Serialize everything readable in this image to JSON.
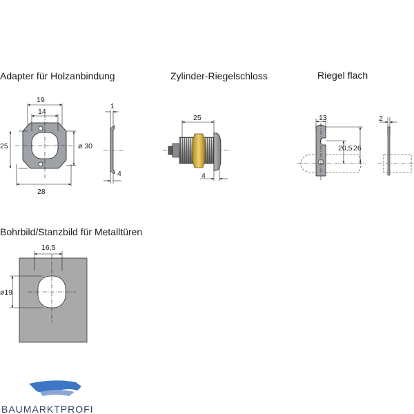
{
  "titles": {
    "adapter": "Adapter für Holzanbindung",
    "cylinder": "Zylinder-Riegelschloss",
    "riegel": "Riegel flach",
    "bohrbild": "Bohrbild/Stanzbild für Metalltüren"
  },
  "dims": {
    "adapter_w19": "19",
    "adapter_w14": "14",
    "adapter_h25": "25",
    "adapter_dia30": "ø 30",
    "adapter_w28": "28",
    "adapter_side_1": "1",
    "adapter_side_4": "4",
    "cyl_len25": "25",
    "cyl_4": "4",
    "riegel_13": "13",
    "riegel_20_5": "20,5",
    "riegel_26": "26",
    "riegel_2": "2",
    "bohr_16_5": "16,5",
    "bohr_dia19": "ø19"
  },
  "logo": {
    "text": "BAUMARKTPROFI"
  },
  "colors": {
    "line": "#1a1a1a",
    "metal": "#9fa3a8",
    "plate": "#a9a9a9",
    "brass": "#d9b24a",
    "logo_blue": "#3d76c6",
    "logo_text": "#2f3f63"
  }
}
